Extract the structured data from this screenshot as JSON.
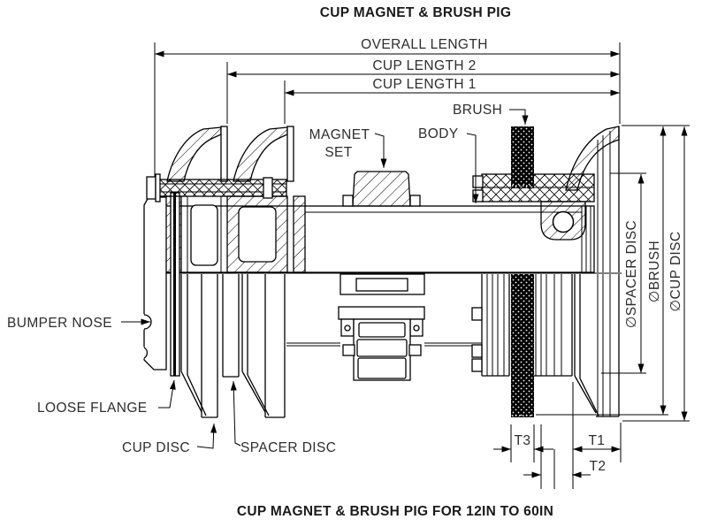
{
  "title": "CUP MAGNET & BRUSH PIG",
  "caption": "CUP MAGNET & BRUSH PIG FOR 12IN TO 60IN",
  "dimensions": {
    "overall_length": "OVERALL LENGTH",
    "cup_length_2": "CUP LENGTH 2",
    "cup_length_1": "CUP LENGTH 1",
    "spacer_disc_dia": "∅SPACER DISC",
    "brush_dia": "∅BRUSH",
    "cup_disc_dia": "∅CUP DISC",
    "t1": "T1",
    "t2": "T2",
    "t3": "T3"
  },
  "part_labels": {
    "brush": "BRUSH",
    "magnet_set_line1": "MAGNET",
    "magnet_set_line2": "SET",
    "body": "BODY",
    "bumper_nose": "BUMPER NOSE",
    "loose_flange": "LOOSE FLANGE",
    "cup_disc": "CUP DISC",
    "spacer_disc": "SPACER DISC"
  },
  "colors": {
    "line": "#000000",
    "text": "#2d2d2d",
    "background": "#ffffff",
    "brush_fill": "#000000"
  }
}
